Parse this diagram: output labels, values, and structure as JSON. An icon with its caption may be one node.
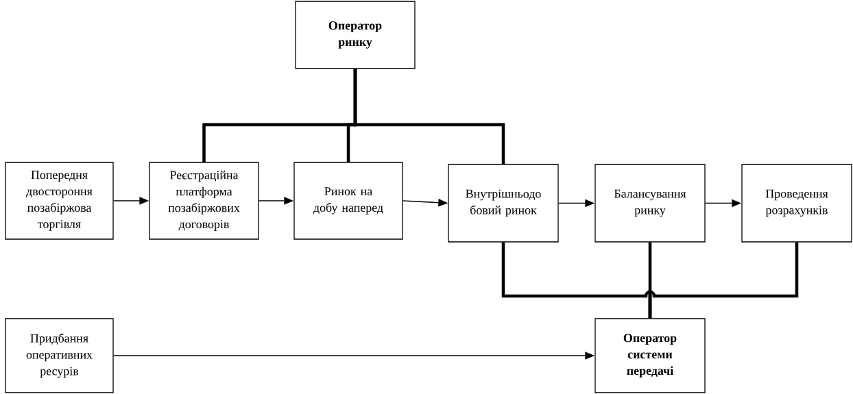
{
  "diagram": {
    "nodes": [
      {
        "text": [
          "Оператор ринку"
        ]
      },
      {
        "text": [
          "Попередня двостороння позабіржова торгівля"
        ]
      },
      {
        "text": [
          "Реєстраційна платформа позабіржових договорів"
        ]
      },
      {
        "text": [
          "Ринок на добу наперед"
        ]
      },
      {
        "text": [
          "Внутрішньодо бовий ринок"
        ]
      },
      {
        "text": [
          "Балансування ринку"
        ]
      },
      {
        "text": [
          "Проведення розрахунків"
        ]
      },
      {
        "text": [
          "Придбання оперативних ресурів"
        ]
      },
      {
        "text": [
          "Оператор системи передачі"
        ]
      }
    ],
    "edges": [
      {
        "from": 1,
        "to": 2,
        "arrow": "to"
      },
      {
        "from": 2,
        "to": 3,
        "arrow": "to"
      },
      {
        "from": 3,
        "to": 4,
        "arrow": "to"
      },
      {
        "from": 4,
        "to": 5,
        "arrow": "to"
      },
      {
        "from": 5,
        "to": 6,
        "arrow": "to"
      },
      {
        "from": 0,
        "to": 2,
        "arrow": "none",
        "style": "thick"
      },
      {
        "from": 0,
        "to": 3,
        "arrow": "none",
        "style": "thick"
      },
      {
        "from": 0,
        "to": 4,
        "arrow": "none",
        "style": "thick"
      },
      {
        "from": 4,
        "to": 8,
        "arrow": "none",
        "style": "thick"
      },
      {
        "from": 5,
        "to": 8,
        "arrow": "none",
        "style": "thick"
      },
      {
        "from": 6,
        "to": 8,
        "arrow": "none",
        "style": "thick"
      },
      {
        "from": 7,
        "to": 8,
        "arrow": "to"
      }
    ]
  }
}
